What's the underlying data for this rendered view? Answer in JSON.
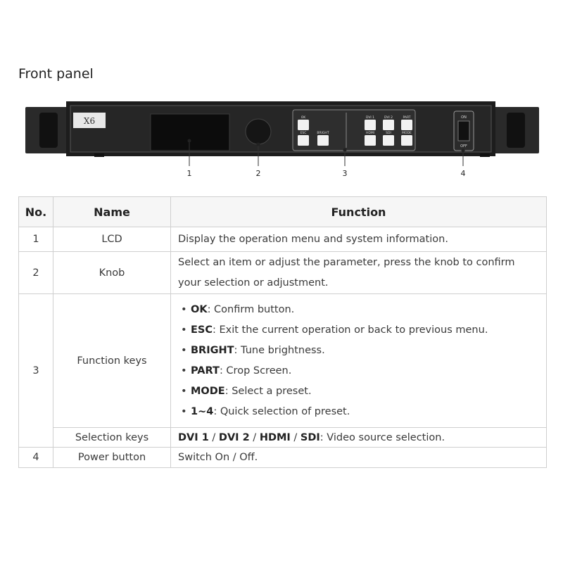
{
  "header": {
    "title": "Front panel"
  },
  "device": {
    "model_label": "X6",
    "buttons_left": [
      "OK",
      "ESC",
      "BRIGHT"
    ],
    "buttons_right_top": [
      "DVI 1",
      "DVI 2",
      "PART"
    ],
    "buttons_right_bottom": [
      "HDMI",
      "SDI",
      "MODE"
    ],
    "power_labels": {
      "on": "ON",
      "off": "OFF"
    },
    "callouts": [
      "1",
      "2",
      "3",
      "4"
    ]
  },
  "table": {
    "headers": {
      "no": "No.",
      "name": "Name",
      "function": "Function"
    },
    "rows": [
      {
        "no": "1",
        "name": "LCD",
        "desc": "Display the operation menu and system information."
      },
      {
        "no": "2",
        "name": "Knob",
        "desc": "Select an item or adjust the parameter, press the knob to confirm your selection or adjustment."
      },
      {
        "no": "3",
        "name": "Function keys",
        "items": [
          {
            "key": "OK",
            "text": ": Confirm button."
          },
          {
            "key": "ESC",
            "text": ": Exit the current operation or back to previous menu."
          },
          {
            "key": "BRIGHT",
            "text": ": Tune brightness."
          },
          {
            "key": "PART",
            "text": ": Crop Screen."
          },
          {
            "key": "MODE",
            "text": ": Select a preset."
          },
          {
            "key": "1~4",
            "text": ": Quick selection of preset."
          }
        ]
      },
      {
        "name": "Selection keys",
        "keys": [
          "DVI 1",
          "DVI 2",
          "HDMI",
          "SDI"
        ],
        "sep": " / ",
        "text": ": Video source selection."
      },
      {
        "no": "4",
        "name": "Power button",
        "desc": "Switch On / Off."
      }
    ],
    "bullet": "•"
  }
}
